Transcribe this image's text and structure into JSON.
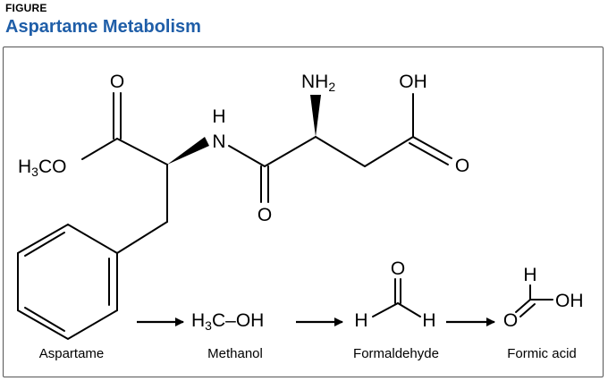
{
  "header": {
    "figure_label": "FIGURE",
    "title": "Aspartame Metabolism"
  },
  "colors": {
    "title": "#1f5ea8",
    "bond": "#000000",
    "frame": "#555555"
  },
  "atoms": {
    "o_ester": "O",
    "methoxy_h": "H",
    "methoxy_3": "3",
    "methoxy_co": "CO",
    "amide_h": "H",
    "amide_n": "N",
    "amide_o": "O",
    "nh2_nh": "NH",
    "nh2_2": "2",
    "acid_oh": "OH",
    "acid_o": "O"
  },
  "methanol": {
    "h": "H",
    "sub3": "3",
    "c": "C",
    "dash": "–",
    "oh": "OH"
  },
  "formaldehyde": {
    "o": "O",
    "h_left": "H",
    "h_right": "H"
  },
  "formic_acid": {
    "h": "H",
    "o": "O",
    "oh": "OH"
  },
  "captions": {
    "aspartame": "Aspartame",
    "methanol": "Methanol",
    "formaldehyde": "Formaldehyde",
    "formic_acid": "Formic acid"
  }
}
